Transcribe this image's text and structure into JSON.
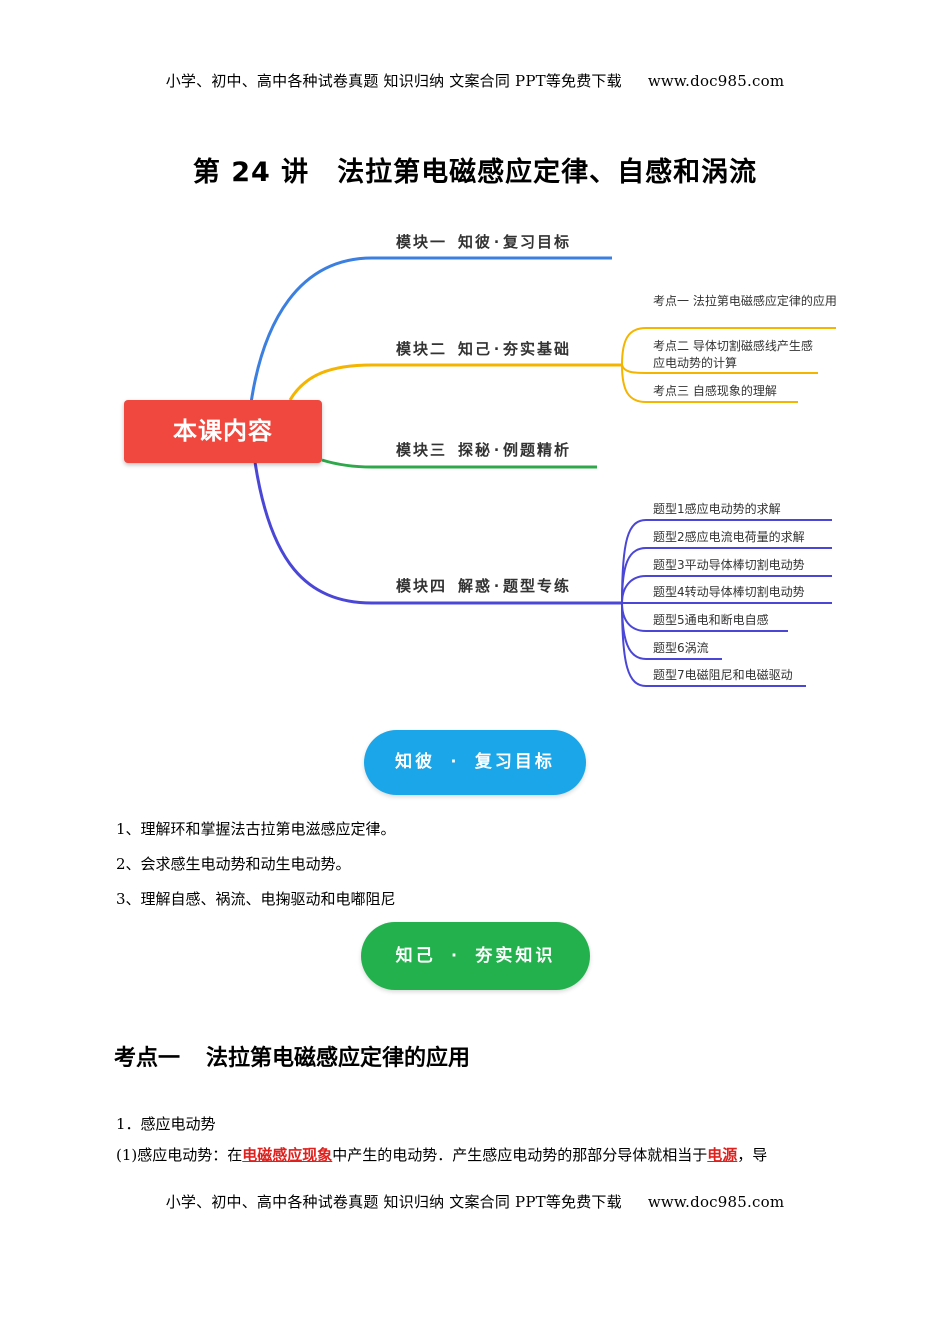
{
  "header": {
    "text": "小学、初中、高中各种试卷真题  知识归纳  文案合同  PPT等免费下载",
    "site": "www.doc985.com"
  },
  "title": {
    "lecture": "第 24 讲",
    "topic": "法拉第电磁感应定律、自感和涡流"
  },
  "mindmap": {
    "center": "本课内容",
    "modules": [
      {
        "label": "模块一  知彼·复习目标",
        "color": "#3b7fe0"
      },
      {
        "label": "模块二  知己·夯实基础",
        "color": "#f4b400",
        "items": [
          "考点一    法拉第电磁感应定律的应用",
          "考点二    导体切割磁感线产生感应电动势的计算",
          "考点三    自感现象的理解"
        ]
      },
      {
        "label": "模块三  探秘·例题精析",
        "color": "#2ea84a"
      },
      {
        "label": "模块四 解惑·题型专练",
        "color": "#4b47d6",
        "items": [
          "题型1感应电动势的求解",
          "题型2感应电流电荷量的求解",
          "题型3平动导体棒切割电动势",
          "题型4转动导体棒切割电动势",
          "题型5通电和断电自感",
          "题型6涡流",
          "题型7电磁阻尼和电磁驱动"
        ]
      }
    ]
  },
  "pills": {
    "review": "知彼 · 复习目标",
    "foundation": "知己 · 夯实知识"
  },
  "goals": [
    "1、理解环和掌握法古拉第电滋感应定律。",
    "2、会求感生电动势和动生电动势。",
    "3、理解自感、祸流、电掬驱动和电嘟阻尼"
  ],
  "section": {
    "label": "考点一",
    "title": "法拉第电磁感应定律的应用"
  },
  "content": {
    "sub1": "1．感应电动势",
    "p1_a": "(1)感应电动势：在",
    "p1_hl1": "电磁感应现象",
    "p1_b": "中产生的电动势．产生感应电动势的那部分导体就相当于",
    "p1_hl2": "电源",
    "p1_c": "，导"
  },
  "footer": {
    "text": "小学、初中、高中各种试卷真题  知识归纳  文案合同  PPT等免费下载",
    "site": "www.doc985.com"
  }
}
